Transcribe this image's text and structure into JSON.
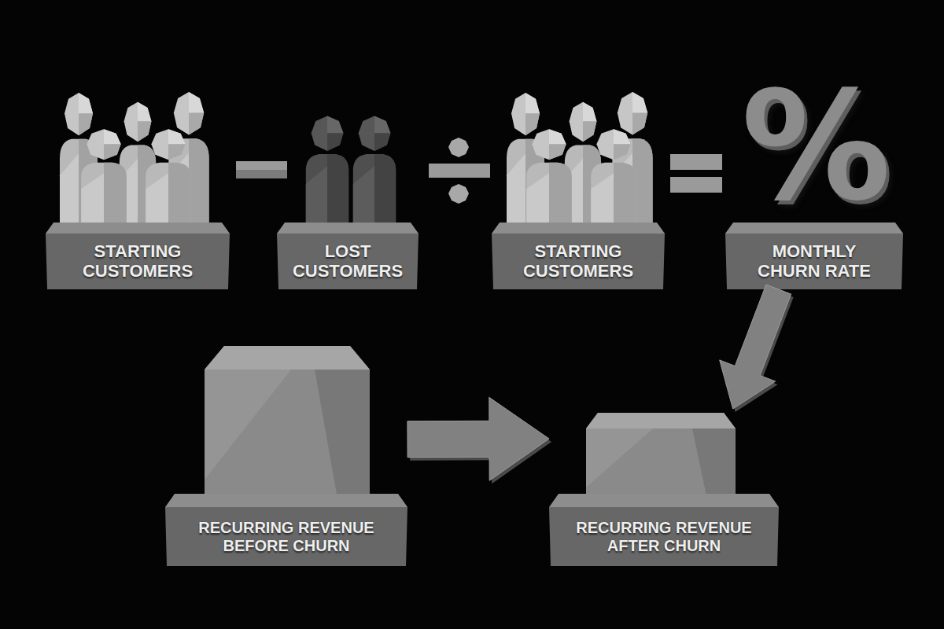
{
  "diagram": {
    "nodes": [
      {
        "text": [
          "STARTING CUSTOMERS"
        ]
      },
      {
        "text": [
          "LOST CUSTOMERS"
        ]
      },
      {
        "text": [
          "STARTING CUSTOMERS"
        ]
      },
      {
        "text": [
          "MONTHLY CHURN RATE"
        ]
      },
      {
        "text": [
          "RECURRING REVENUE BEFORE CHURN"
        ]
      },
      {
        "text": [
          "RECURRING REVENUE AFTER CHURN"
        ]
      }
    ],
    "edges": [
      {
        "from": 3,
        "to": 5,
        "arrow": "to"
      },
      {
        "from": 4,
        "to": 5,
        "arrow": "to"
      }
    ],
    "labels": [
      "%"
    ]
  }
}
